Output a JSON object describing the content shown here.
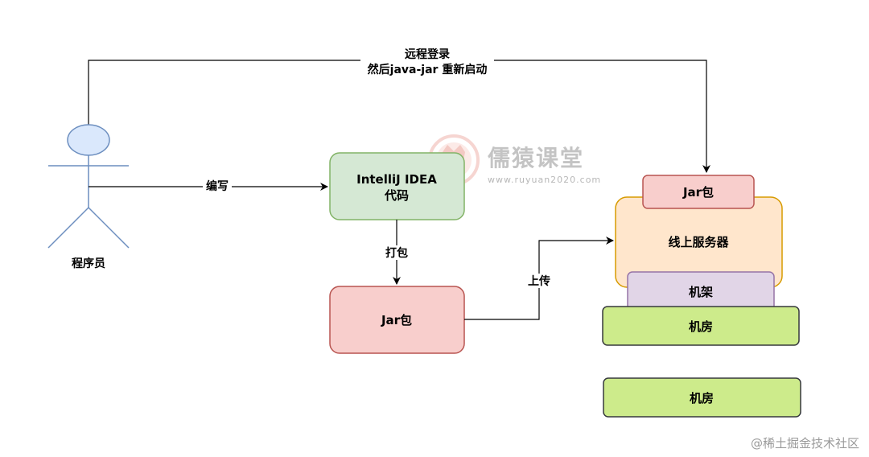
{
  "actor": {
    "label": "程序员"
  },
  "edges": {
    "remote_line1": "远程登录",
    "remote_line2": "然后java-jar 重新启动",
    "write": "编写",
    "package": "打包",
    "upload": "上传"
  },
  "nodes": {
    "ide_line1": "IntelliJ IDEA",
    "ide_line2": "代码",
    "jar_local": "Jar包",
    "jar_server": "Jar包",
    "server": "线上服务器",
    "rack": "机架",
    "room1": "机房",
    "room2": "机房"
  },
  "watermark": {
    "title": "儒猿课堂",
    "url": "www.ruyuan2020.com"
  },
  "footer": "@稀土掘金技术社区",
  "colors": {
    "actor_fill": "#dae8fc",
    "actor_stroke": "#6c8ebf",
    "green_fill": "#d5e8d4",
    "green_stroke": "#82b366",
    "red_fill": "#f8cecc",
    "red_stroke": "#b85450",
    "orange_fill": "#ffe6cc",
    "orange_stroke": "#d79b00",
    "purple_fill": "#e1d5e7",
    "purple_stroke": "#9673a6",
    "lime_fill": "#cdeb8b",
    "lime_stroke": "#36393d"
  }
}
